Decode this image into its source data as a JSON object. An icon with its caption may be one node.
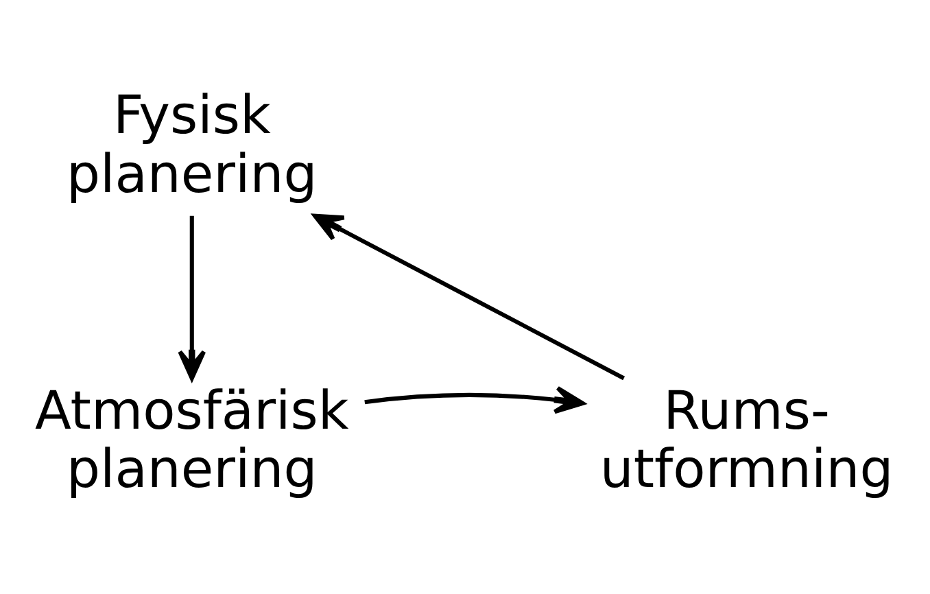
{
  "diagram": {
    "nodes": [
      {
        "text": [
          "Fysisk planering"
        ]
      },
      {
        "text": [
          "Atmosfärisk planering"
        ]
      },
      {
        "text": [
          "Rums- utformning"
        ]
      }
    ],
    "edges": [
      {
        "from": 0,
        "to": 1,
        "arrow": "to"
      },
      {
        "from": 1,
        "to": 2,
        "arrow": "to"
      },
      {
        "from": 2,
        "to": 0,
        "arrow": "to"
      }
    ]
  }
}
